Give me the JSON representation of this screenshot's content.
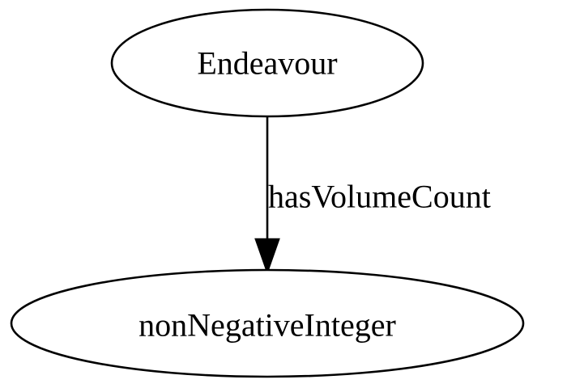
{
  "nodes": {
    "source": {
      "label": "Endeavour"
    },
    "target": {
      "label": "nonNegativeInteger"
    }
  },
  "edges": [
    {
      "from": "source",
      "to": "target",
      "label": "hasVolumeCount"
    }
  ],
  "colors": {
    "stroke": "#000000",
    "background": "#ffffff",
    "text": "#000000"
  }
}
